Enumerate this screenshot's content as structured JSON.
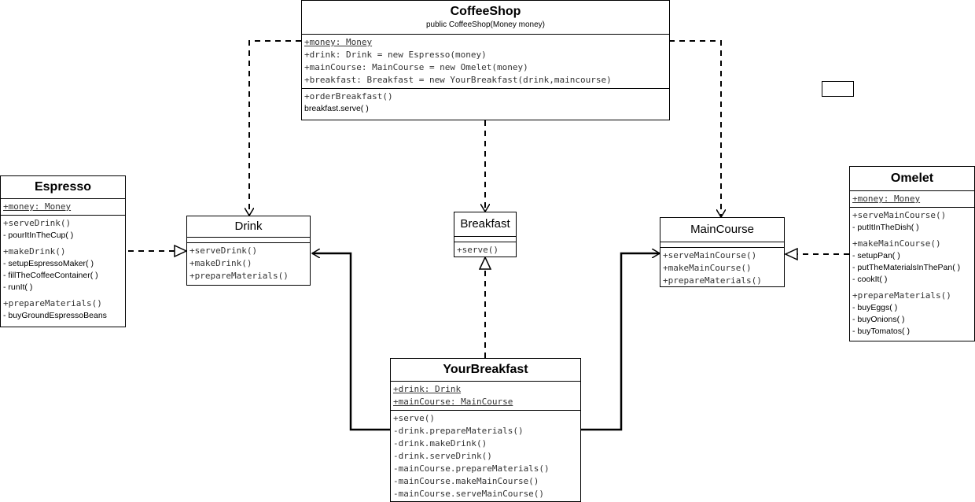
{
  "coffeeshop": {
    "name": "CoffeeShop",
    "constructor": "public CoffeeShop(Money money)",
    "attributes": [
      "+money: Money",
      "+drink: Drink = new Espresso(money)",
      "+mainCourse: MainCourse = new Omelet(money)",
      "+breakfast: Breakfast = new YourBreakfast(drink,maincourse)"
    ],
    "methods": [
      "+orderBreakfast()"
    ],
    "method_body": "breakfast.serve( )"
  },
  "espresso": {
    "name": "Espresso",
    "attribute": "+money: Money",
    "groups": [
      {
        "method": "+serveDrink()",
        "steps": [
          "- pourItInTheCup( )"
        ]
      },
      {
        "method": "+makeDrink()",
        "steps": [
          "- setupEspressoMaker( )",
          "- fillTheCoffeeContainer( )",
          "- runIt( )"
        ]
      },
      {
        "method": "+prepareMaterials()",
        "steps": [
          "- buyGroundEspressoBeans"
        ]
      }
    ]
  },
  "drink": {
    "name": "Drink",
    "methods": [
      "+serveDrink()",
      "+makeDrink()",
      "+prepareMaterials()"
    ]
  },
  "breakfast": {
    "name": "Breakfast",
    "methods": [
      "+serve()"
    ]
  },
  "maincourse": {
    "name": "MainCourse",
    "methods": [
      "+serveMainCourse()",
      "+makeMainCourse()",
      "+prepareMaterials()"
    ]
  },
  "omelet": {
    "name": "Omelet",
    "attribute": "+money: Money",
    "groups": [
      {
        "method": "+serveMainCourse()",
        "steps": [
          "- putItInTheDish( )"
        ]
      },
      {
        "method": "+makeMainCourse()",
        "steps": [
          "- setupPan( )",
          "- putTheMaterialsInThePan( )",
          "- cookIt( )"
        ]
      },
      {
        "method": "+prepareMaterials()",
        "steps": [
          "- buyEggs( )",
          "- buyOnions( )",
          "- buyTomatos( )"
        ]
      }
    ]
  },
  "yourbreakfast": {
    "name": "YourBreakfast",
    "attributes": [
      "+drink: Drink",
      "+mainCourse: MainCourse"
    ],
    "methods": [
      "+serve()",
      "-drink.prepareMaterials()",
      "-drink.makeDrink()",
      "-drink.serveDrink()",
      "-mainCourse.prepareMaterials()",
      "-mainCourse.makeMainCourse()",
      "-mainCourse.serveMainCourse()"
    ]
  }
}
